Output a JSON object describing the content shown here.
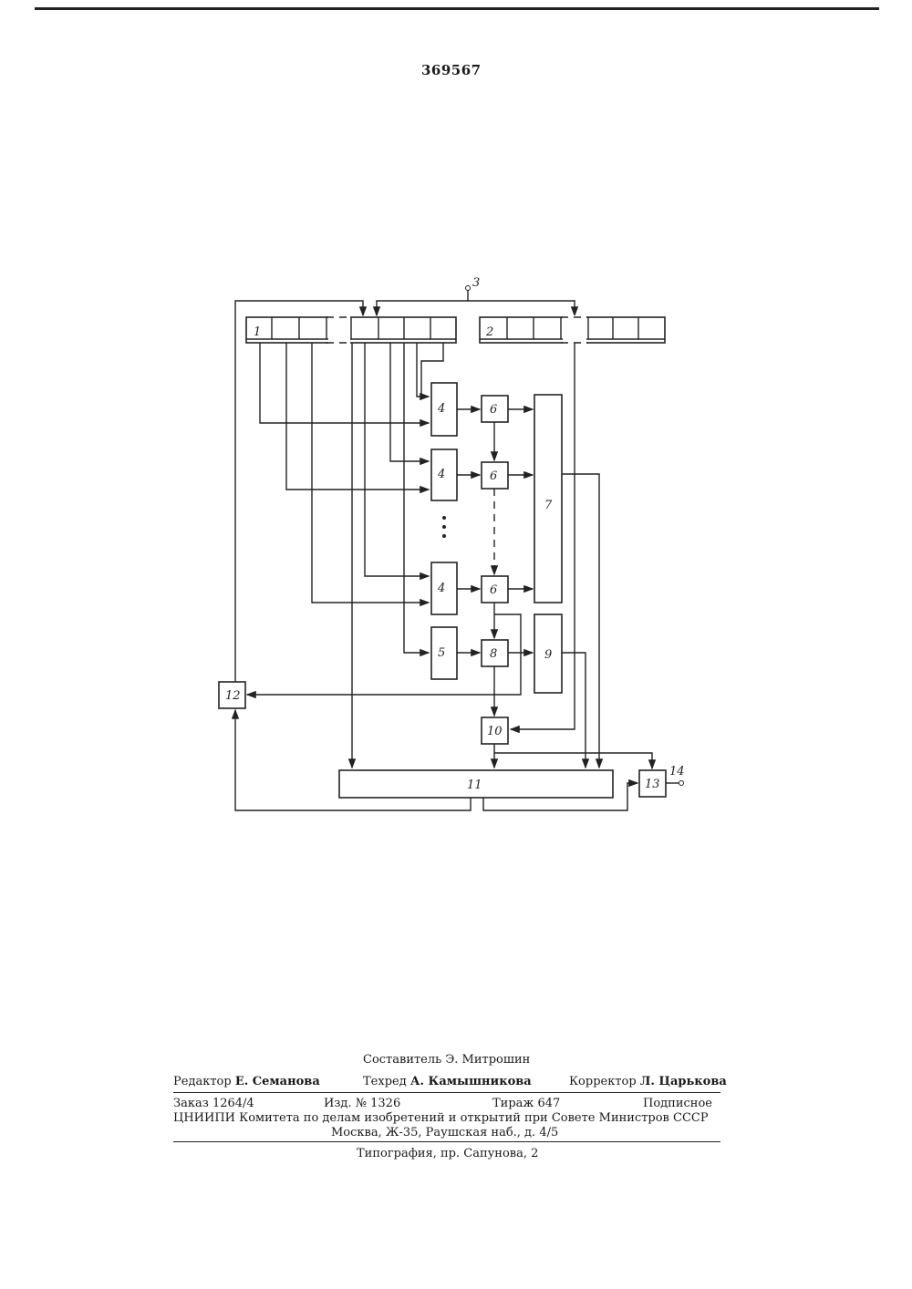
{
  "header": {
    "patent_number": "369567"
  },
  "diagram": {
    "labels": {
      "b1": "1",
      "b2": "2",
      "t3": "3",
      "b4a": "4",
      "b4b": "4",
      "b4c": "4",
      "b5": "5",
      "b6a": "6",
      "b6b": "6",
      "b6c": "6",
      "b7": "7",
      "b8": "8",
      "b9": "9",
      "b10": "10",
      "b11": "11",
      "b12": "12",
      "b13": "13",
      "t14": "14"
    }
  },
  "footer": {
    "compiler": "Составитель Э. Митрошин",
    "editor_label": "Редактор",
    "editor_name": "Е. Семанова",
    "techred_label": "Техред",
    "techred_name": "А. Камышникова",
    "corrector_label": "Корректор",
    "corrector_name": "Л. Царькова",
    "order": "Заказ 1264/4",
    "izd": "Изд. № 1326",
    "tirazh": "Тираж 647",
    "podpisnoe": "Подписное",
    "org": "ЦНИИПИ Комитета по делам изобретений и открытий при Совете Министров СССР",
    "address": "Москва, Ж-35, Раушская наб., д. 4/5",
    "printing": "Типография, пр. Сапунова, 2"
  }
}
